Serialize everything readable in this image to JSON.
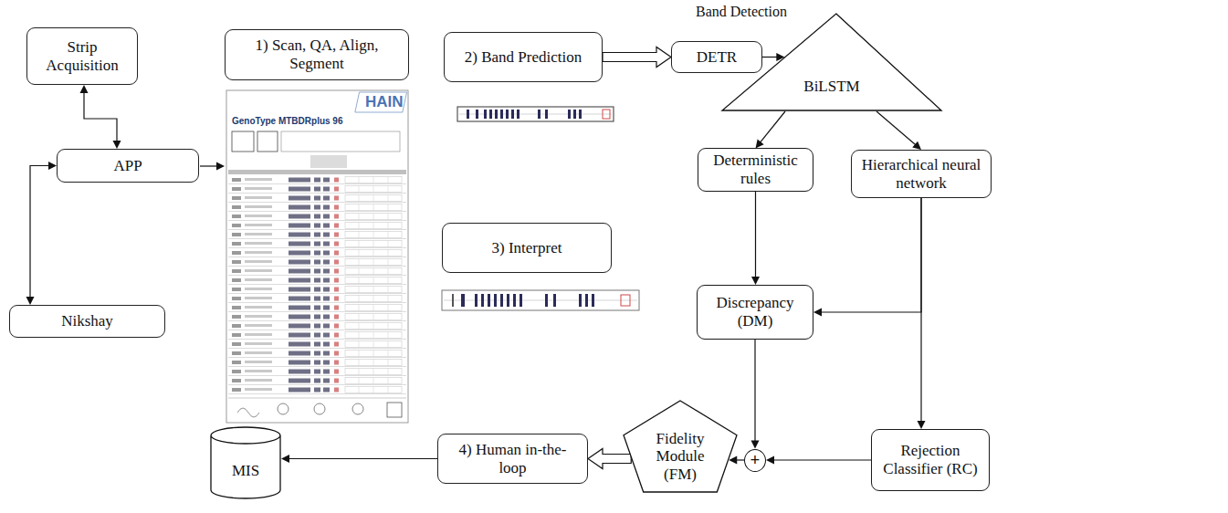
{
  "diagram": {
    "nodes": [
      {
        "text": [
          "Strip Acquisition"
        ]
      },
      {
        "text": [
          "1) Scan, QA, Align, Segment"
        ]
      },
      {
        "text": [
          "2) Band Prediction"
        ]
      },
      {
        "text": [
          "DETR"
        ]
      },
      {
        "text": [
          "BiLSTM"
        ]
      },
      {
        "text": [
          "APP"
        ]
      },
      {
        "text": [
          "Deterministic rules"
        ]
      },
      {
        "text": [
          "Hierarchical neural network"
        ]
      },
      {
        "text": [
          "3) Interpret"
        ]
      },
      {
        "text": [
          "Nikshay"
        ]
      },
      {
        "text": [
          "Discrepancy (DM)"
        ]
      },
      {
        "text": [
          "MIS"
        ]
      },
      {
        "text": [
          "4) Human in-the-loop"
        ]
      },
      {
        "text": [
          "Fidelity Module (FM)"
        ]
      },
      {
        "text": [
          "+"
        ]
      },
      {
        "text": [
          "Rejection Classifier (RC)"
        ]
      }
    ],
    "edges": [
      {
        "from": 0,
        "to": 5,
        "arrow": "both"
      },
      {
        "from": 5,
        "to": 9,
        "arrow": "both"
      },
      {
        "from": 2,
        "to": 3,
        "arrow": "to"
      },
      {
        "from": 3,
        "to": 4,
        "arrow": "to"
      },
      {
        "from": 4,
        "to": 6,
        "arrow": "to"
      },
      {
        "from": 4,
        "to": 7,
        "arrow": "to"
      },
      {
        "from": 6,
        "to": 10,
        "arrow": "to"
      },
      {
        "from": 7,
        "to": 10,
        "arrow": "to"
      },
      {
        "from": 7,
        "to": 15,
        "arrow": "to"
      },
      {
        "from": 10,
        "to": 14,
        "arrow": "to"
      },
      {
        "from": 15,
        "to": 14,
        "arrow": "to"
      },
      {
        "from": 14,
        "to": 13,
        "arrow": "to"
      },
      {
        "from": 13,
        "to": 12,
        "arrow": "to"
      },
      {
        "from": 12,
        "to": 11,
        "arrow": "to"
      }
    ],
    "labels": [
      "Band Detection",
      "HAIN",
      "GenoType MTBDRplus 96"
    ]
  }
}
